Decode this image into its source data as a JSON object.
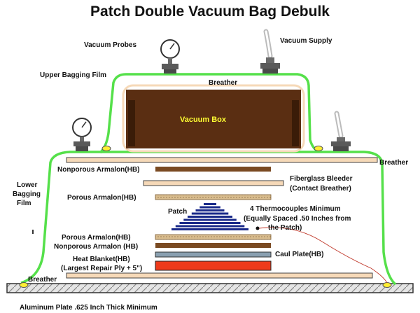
{
  "title": "Patch Double Vacuum Bag Debulk",
  "labels": {
    "vacuum_probes": "Vacuum Probes",
    "vacuum_supply": "Vacuum Supply",
    "upper_bagging_film": "Upper Bagging Film",
    "breather_top": "Breather",
    "vacuum_box": "Vacuum Box",
    "breather_right": "Breather",
    "nonporous_armalon_top": "Nonporous Armalon(HB)",
    "fiberglass_bleeder_1": "Fiberglass Bleeder",
    "fiberglass_bleeder_2": "(Contact Breather)",
    "lower_bagging_film_1": "Lower",
    "lower_bagging_film_2": "Bagging",
    "lower_bagging_film_3": "Film",
    "porous_armalon_top": "Porous Armalon(HB)",
    "patch": "Patch",
    "thermocouples_1": "4 Thermocouples Minimum",
    "thermocouples_2": "(Equally Spaced .50 Inches from",
    "thermocouples_3": "the Patch)",
    "porous_armalon_bottom": "Porous Armalon(HB)",
    "nonporous_armalon_bottom": "Nonporous Armalon (HB)",
    "caul_plate": "Caul Plate(HB)",
    "heat_blanket_1": "Heat Blanket(HB)",
    "heat_blanket_2": "(Largest Repair Ply + 5\")",
    "breather_bottom": "Breather",
    "aluminum_plate": "Aluminum  Plate .625 Inch Thick Minimum"
  },
  "colors": {
    "bagging_film": "#55e04a",
    "vacuum_box": "#5a2e12",
    "vacuum_box_text": "#ffff33",
    "breather": "#f6d9b8",
    "armalon_nonporous": "#7a4a22",
    "armalon_porous": "#d8bc8e",
    "patch": "#1a2a8a",
    "heat_blanket": "#ee3a1a",
    "caul_plate": "#8aa0b0",
    "fitting": "#5a5a5a",
    "seal_pad": "#ffee33",
    "thermocouple_wire": "#c0392b"
  },
  "patch_plies": 9
}
